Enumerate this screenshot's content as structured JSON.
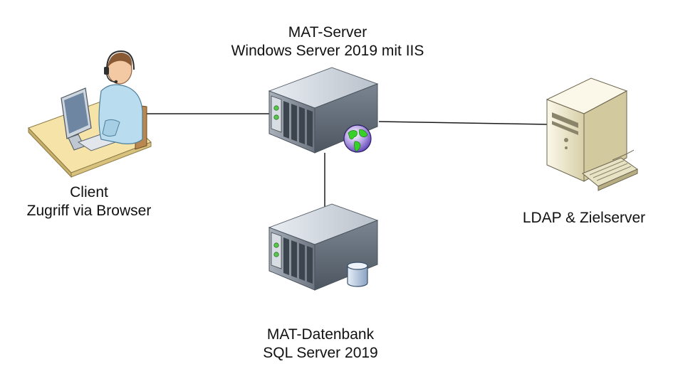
{
  "nodes": {
    "mat_server": {
      "line1": "MAT-Server",
      "line2": "Windows Server 2019 mit IIS",
      "icon": "web-server-icon"
    },
    "client": {
      "line1": "Client",
      "line2": "Zugriff via Browser",
      "icon": "user-workstation-icon"
    },
    "ldap": {
      "line1": "LDAP & Zielserver",
      "icon": "tower-server-icon"
    },
    "database": {
      "line1": "MAT-Datenbank",
      "line2": "SQL Server 2019",
      "icon": "database-server-icon"
    }
  },
  "colors": {
    "connector": "#1a1a1a",
    "server_body": "#8a939e",
    "desk": "#f5e3a8",
    "globe": "#37d12a",
    "tower": "#f4eed6"
  }
}
